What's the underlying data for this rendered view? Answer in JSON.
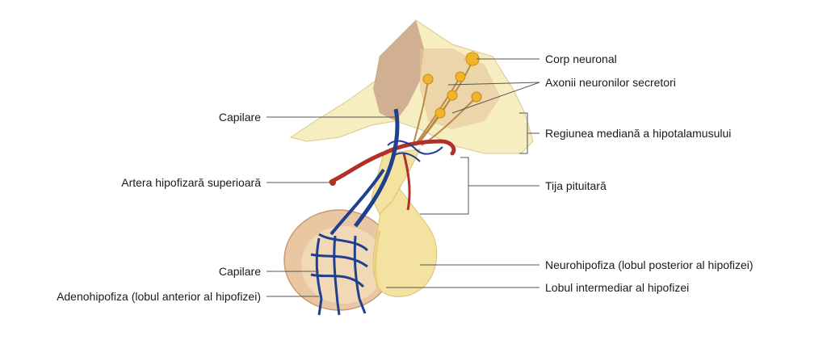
{
  "diagram": {
    "labels": {
      "corp_neuronal": "Corp neuronal",
      "axonii": "Axonii neuronilor secretori",
      "capilare_top": "Capilare",
      "regiunea_mediana": "Regiunea mediană a hipotalamusului",
      "artera": "Artera hipofizară superioară",
      "tija": "Tija pituitară",
      "capilare_bottom": "Capilare",
      "neurohipofiza": "Neurohipofiza (lobul posterior al hipofizei)",
      "adenohipofiza": "Adenohipofiza (lobul anterior al hipofizei)",
      "lobul_intermediar": "Lobul intermediar al hipofizei"
    },
    "colors": {
      "hypothalamus": "#f6eec0",
      "hypothalamus_dark": "#c9a38a",
      "neuron": "#f2b52a",
      "axon": "#b98a45",
      "vein_blue": "#1f3f8f",
      "artery_red": "#b3302a",
      "adeno_tan": "#e9c7a2",
      "neuro_yellow": "#f3e2a0",
      "leader_line": "#555555"
    }
  }
}
